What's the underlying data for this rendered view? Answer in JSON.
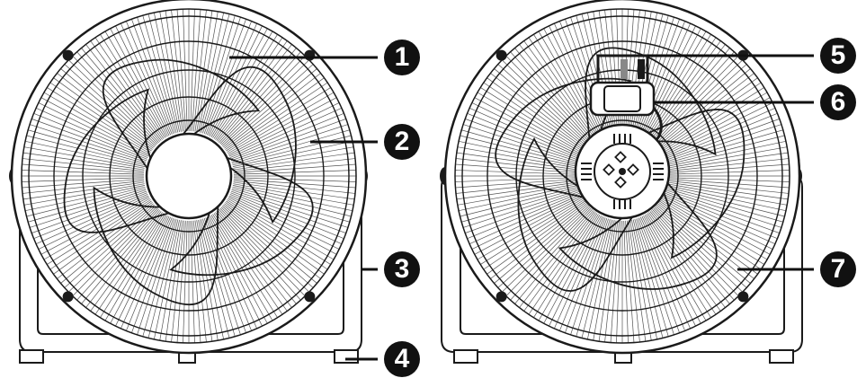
{
  "figure": {
    "views": [
      "front-view",
      "rear-view"
    ],
    "colors": {
      "line": "#1a1a1a",
      "fill": "#ffffff",
      "stand": "#ffffff",
      "callout": "#111111",
      "callout_text": "#ffffff"
    }
  },
  "callouts": [
    {
      "id": "1",
      "label": "1",
      "part": "front-grille"
    },
    {
      "id": "2",
      "label": "2",
      "part": "blade"
    },
    {
      "id": "3",
      "label": "3",
      "part": "stand-frame"
    },
    {
      "id": "4",
      "label": "4",
      "part": "foot"
    },
    {
      "id": "5",
      "label": "5",
      "part": "carry-handle"
    },
    {
      "id": "6",
      "label": "6",
      "part": "control-knob"
    },
    {
      "id": "7",
      "label": "7",
      "part": "rear-grille"
    }
  ]
}
